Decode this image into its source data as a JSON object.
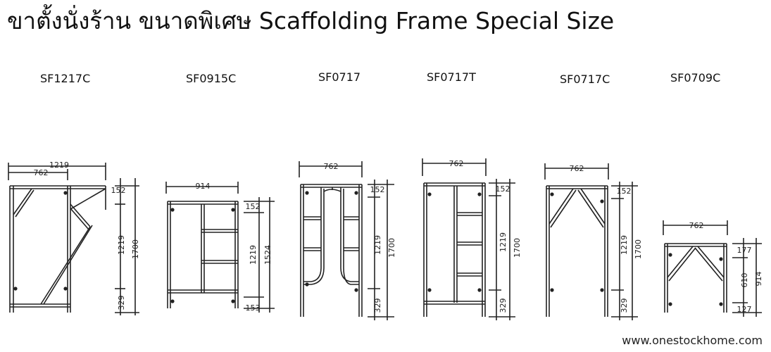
{
  "title": "ขาตั้งนั่งร้าน ขนาดพิเศษ Scaffolding Frame Special Size",
  "models": [
    {
      "code": "SF1217C",
      "dims": {
        "w1": "1219",
        "w2": "762",
        "d1": "152",
        "d2": "1219",
        "d3": "1700",
        "d4": "329"
      }
    },
    {
      "code": "SF0915C",
      "dims": {
        "w1": "914",
        "d1": "152",
        "d2": "1219",
        "d3": "1524",
        "d4": "153"
      }
    },
    {
      "code": "SF0717",
      "dims": {
        "w1": "762",
        "d1": "152",
        "d2": "1219",
        "d3": "1700",
        "d4": "329"
      }
    },
    {
      "code": "SF0717T",
      "dims": {
        "w1": "762",
        "d1": "152",
        "d2": "1219",
        "d3": "1700",
        "d4": "329"
      }
    },
    {
      "code": "SF0717C",
      "dims": {
        "w1": "762",
        "d1": "152",
        "d2": "1219",
        "d3": "1700",
        "d4": "329"
      }
    },
    {
      "code": "SF0709C",
      "dims": {
        "w1": "762",
        "d1": "177",
        "d2": "610",
        "d3": "914",
        "d4": "127"
      }
    }
  ],
  "website": "www.onestockhome.com"
}
